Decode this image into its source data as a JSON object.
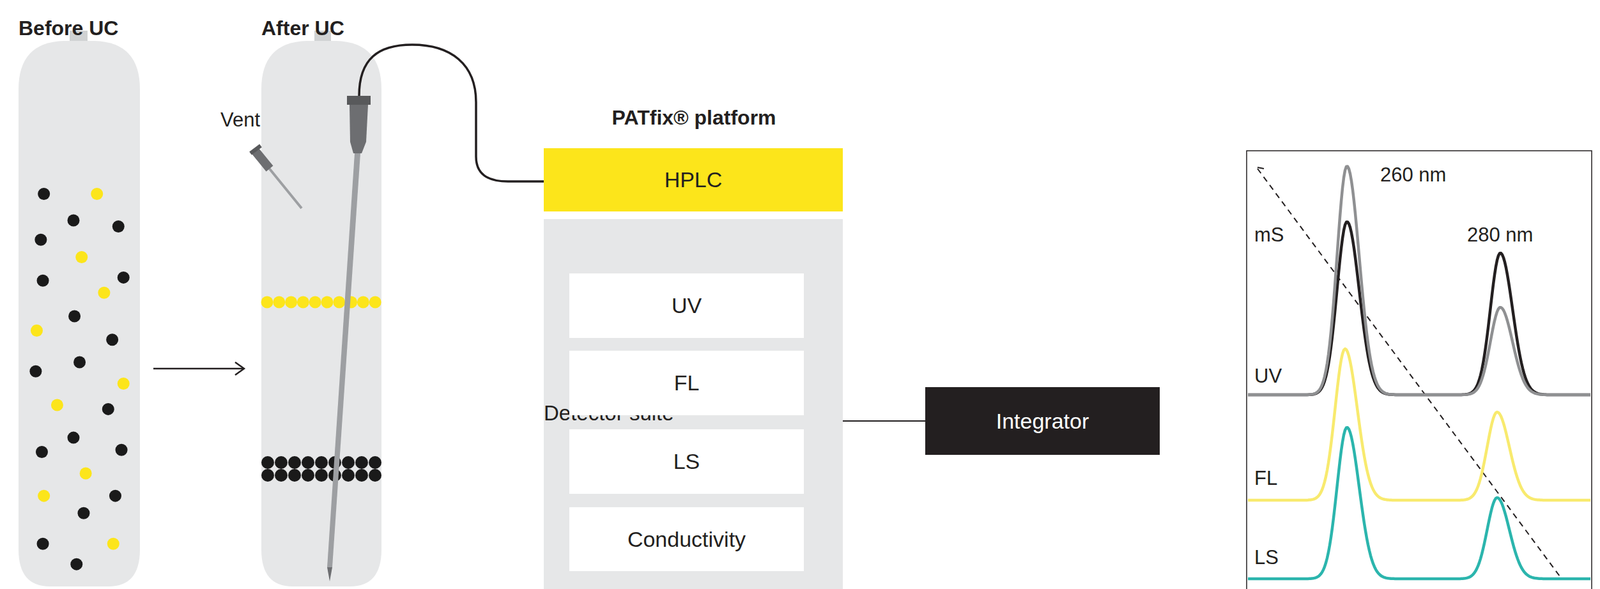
{
  "diagram": {
    "nodes": [
      {
        "text": [
          "HPLC"
        ]
      },
      {
        "text": [
          "Detector suite"
        ]
      },
      {
        "text": [
          "UV"
        ],
        "in": 1
      },
      {
        "text": [
          "FL"
        ],
        "in": 1
      },
      {
        "text": [
          "LS"
        ],
        "in": 1
      },
      {
        "text": [
          "Conductivity"
        ],
        "in": 1
      },
      {
        "text": [
          "Integrator"
        ]
      }
    ],
    "edges": [
      {
        "from": 2,
        "to": 6,
        "arrow": "none"
      },
      {
        "from": 3,
        "to": 6,
        "arrow": "none"
      },
      {
        "from": 4,
        "to": 6,
        "arrow": "none"
      },
      {
        "from": 5,
        "to": 6,
        "arrow": "none"
      }
    ],
    "labels": [
      "Before UC",
      "After UC",
      "Vent",
      "PATfix® platform",
      "260 nm",
      "280 nm",
      "mS",
      "UV",
      "FL",
      "LS"
    ]
  }
}
